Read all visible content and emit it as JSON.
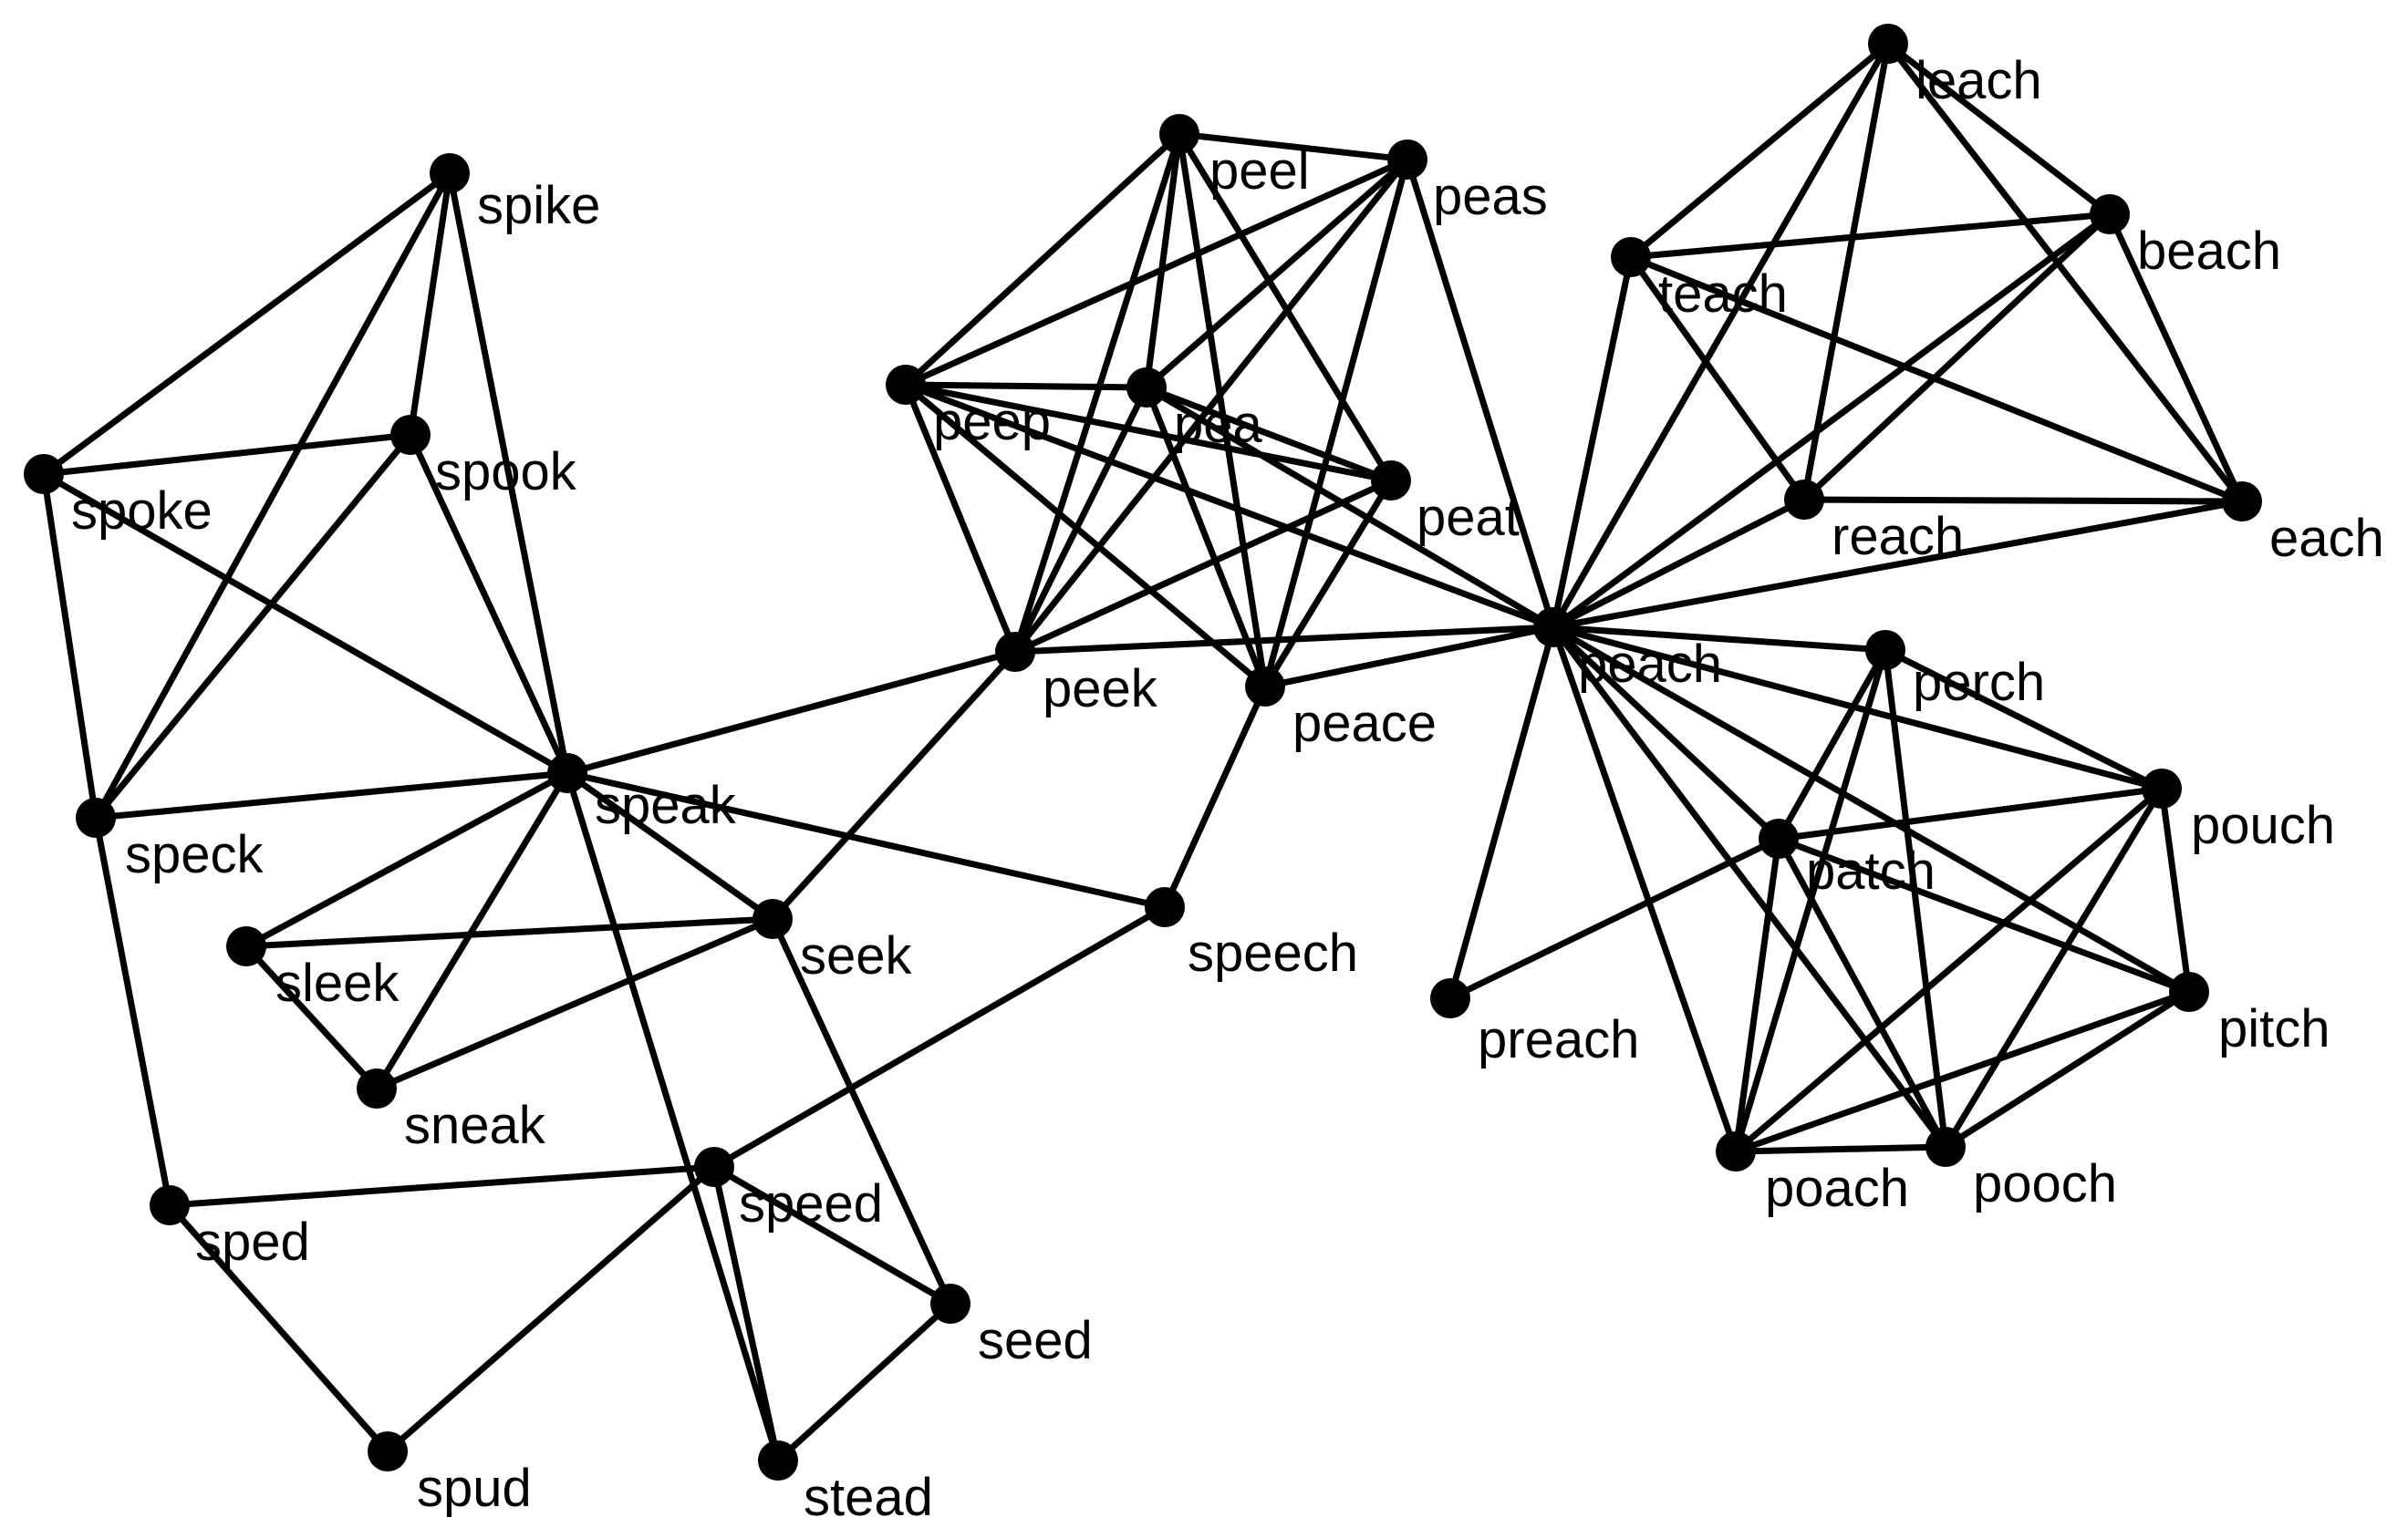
{
  "diagram": {
    "type": "word-neighbor-network",
    "nodes": [
      {
        "id": "spike",
        "label": "spike"
      },
      {
        "id": "spook",
        "label": "spook"
      },
      {
        "id": "spoke",
        "label": "spoke"
      },
      {
        "id": "speck",
        "label": "speck"
      },
      {
        "id": "speak",
        "label": "speak"
      },
      {
        "id": "sleek",
        "label": "sleek"
      },
      {
        "id": "sneak",
        "label": "sneak"
      },
      {
        "id": "seek",
        "label": "seek"
      },
      {
        "id": "speech",
        "label": "speech"
      },
      {
        "id": "sped",
        "label": "sped"
      },
      {
        "id": "speed",
        "label": "speed"
      },
      {
        "id": "seed",
        "label": "seed"
      },
      {
        "id": "spud",
        "label": "spud"
      },
      {
        "id": "stead",
        "label": "stead"
      },
      {
        "id": "peel",
        "label": "peel"
      },
      {
        "id": "peas",
        "label": "peas"
      },
      {
        "id": "peep",
        "label": "peep"
      },
      {
        "id": "pea",
        "label": "pea"
      },
      {
        "id": "peat",
        "label": "peat"
      },
      {
        "id": "peek",
        "label": "peek"
      },
      {
        "id": "peace",
        "label": "peace"
      },
      {
        "id": "peach",
        "label": "peach"
      },
      {
        "id": "leach",
        "label": "leach"
      },
      {
        "id": "teach",
        "label": "teach"
      },
      {
        "id": "beach",
        "label": "beach"
      },
      {
        "id": "reach",
        "label": "reach"
      },
      {
        "id": "each",
        "label": "each"
      },
      {
        "id": "perch",
        "label": "perch"
      },
      {
        "id": "patch",
        "label": "patch"
      },
      {
        "id": "pouch",
        "label": "pouch"
      },
      {
        "id": "pitch",
        "label": "pitch"
      },
      {
        "id": "preach",
        "label": "preach"
      },
      {
        "id": "poach",
        "label": "poach"
      },
      {
        "id": "pooch",
        "label": "pooch"
      }
    ],
    "edges": [
      [
        "spike",
        "spoke"
      ],
      [
        "spike",
        "spook"
      ],
      [
        "spike",
        "speck"
      ],
      [
        "spike",
        "speak"
      ],
      [
        "spoke",
        "spook"
      ],
      [
        "spoke",
        "speck"
      ],
      [
        "spoke",
        "speak"
      ],
      [
        "spook",
        "speck"
      ],
      [
        "spook",
        "speak"
      ],
      [
        "speck",
        "speak"
      ],
      [
        "speck",
        "sped"
      ],
      [
        "speak",
        "peek"
      ],
      [
        "speak",
        "sleek"
      ],
      [
        "speak",
        "sneak"
      ],
      [
        "speak",
        "speech"
      ],
      [
        "speak",
        "seek"
      ],
      [
        "speak",
        "stead"
      ],
      [
        "sleek",
        "seek"
      ],
      [
        "sleek",
        "sneak"
      ],
      [
        "sneak",
        "seek"
      ],
      [
        "seek",
        "peek"
      ],
      [
        "seek",
        "seed"
      ],
      [
        "sped",
        "speed"
      ],
      [
        "sped",
        "spud"
      ],
      [
        "speed",
        "spud"
      ],
      [
        "speed",
        "speech"
      ],
      [
        "speed",
        "seed"
      ],
      [
        "speed",
        "stead"
      ],
      [
        "seed",
        "stead"
      ],
      [
        "speech",
        "peace"
      ],
      [
        "peel",
        "peas"
      ],
      [
        "peel",
        "peep"
      ],
      [
        "peel",
        "pea"
      ],
      [
        "peel",
        "peat"
      ],
      [
        "peel",
        "peek"
      ],
      [
        "peel",
        "peace"
      ],
      [
        "peas",
        "peep"
      ],
      [
        "peas",
        "pea"
      ],
      [
        "peas",
        "peek"
      ],
      [
        "peas",
        "peace"
      ],
      [
        "peas",
        "peach"
      ],
      [
        "peep",
        "pea"
      ],
      [
        "peep",
        "peat"
      ],
      [
        "peep",
        "peek"
      ],
      [
        "peep",
        "peace"
      ],
      [
        "peep",
        "peach"
      ],
      [
        "pea",
        "peat"
      ],
      [
        "pea",
        "peek"
      ],
      [
        "pea",
        "peace"
      ],
      [
        "pea",
        "peach"
      ],
      [
        "peat",
        "peek"
      ],
      [
        "peat",
        "peace"
      ],
      [
        "peek",
        "peach"
      ],
      [
        "peace",
        "peach"
      ],
      [
        "peach",
        "teach"
      ],
      [
        "peach",
        "beach"
      ],
      [
        "peach",
        "reach"
      ],
      [
        "peach",
        "each"
      ],
      [
        "peach",
        "leach"
      ],
      [
        "peach",
        "perch"
      ],
      [
        "peach",
        "patch"
      ],
      [
        "peach",
        "pouch"
      ],
      [
        "peach",
        "pitch"
      ],
      [
        "peach",
        "preach"
      ],
      [
        "peach",
        "poach"
      ],
      [
        "peach",
        "pooch"
      ],
      [
        "leach",
        "teach"
      ],
      [
        "leach",
        "beach"
      ],
      [
        "leach",
        "reach"
      ],
      [
        "leach",
        "each"
      ],
      [
        "teach",
        "beach"
      ],
      [
        "teach",
        "reach"
      ],
      [
        "teach",
        "each"
      ],
      [
        "beach",
        "reach"
      ],
      [
        "beach",
        "each"
      ],
      [
        "reach",
        "each"
      ],
      [
        "perch",
        "patch"
      ],
      [
        "perch",
        "pouch"
      ],
      [
        "perch",
        "pooch"
      ],
      [
        "perch",
        "poach"
      ],
      [
        "patch",
        "pouch"
      ],
      [
        "patch",
        "pitch"
      ],
      [
        "patch",
        "poach"
      ],
      [
        "patch",
        "pooch"
      ],
      [
        "patch",
        "preach"
      ],
      [
        "pouch",
        "pitch"
      ],
      [
        "pouch",
        "poach"
      ],
      [
        "pouch",
        "pooch"
      ],
      [
        "pitch",
        "poach"
      ],
      [
        "pitch",
        "pooch"
      ],
      [
        "poach",
        "pooch"
      ]
    ]
  }
}
